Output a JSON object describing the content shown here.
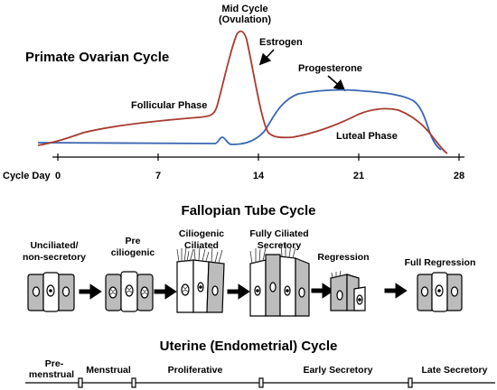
{
  "ovarian": {
    "title": "Primate Ovarian Cycle",
    "mid_cycle_line1": "Mid Cycle",
    "mid_cycle_line2": "(Ovulation)",
    "estrogen_label": "Estrogen",
    "progesterone_label": "Progesterone",
    "follicular_label": "Follicular Phase",
    "luteal_label": "Luteal Phase",
    "cycle_day_label": "Cycle Day",
    "days": [
      "0",
      "7",
      "14",
      "21",
      "28"
    ],
    "colors": {
      "estrogen": "#a83a2e",
      "progesterone": "#3a67b3"
    }
  },
  "fallopian": {
    "title": "Fallopian Tube Cycle",
    "stages": [
      {
        "line1": "Unciliated/",
        "line2": "non-secretory"
      },
      {
        "line1": "Pre",
        "line2": "ciliogenic"
      },
      {
        "line1": "Ciliogenic",
        "line2": "Ciliated"
      },
      {
        "line1": "Fully Ciliated",
        "line2": "Secretory"
      },
      {
        "line1": "Regression",
        "line2": ""
      },
      {
        "line1": "Full Regression",
        "line2": ""
      }
    ]
  },
  "uterine": {
    "title": "Uterine (Endometrial) Cycle",
    "phases": [
      {
        "line1": "Pre-",
        "line2": "menstrual"
      },
      {
        "line1": "Menstrual",
        "line2": ""
      },
      {
        "line1": "Proliferative",
        "line2": ""
      },
      {
        "line1": "Early Secretory",
        "line2": ""
      },
      {
        "line1": "Late Secretory",
        "line2": ""
      }
    ]
  }
}
